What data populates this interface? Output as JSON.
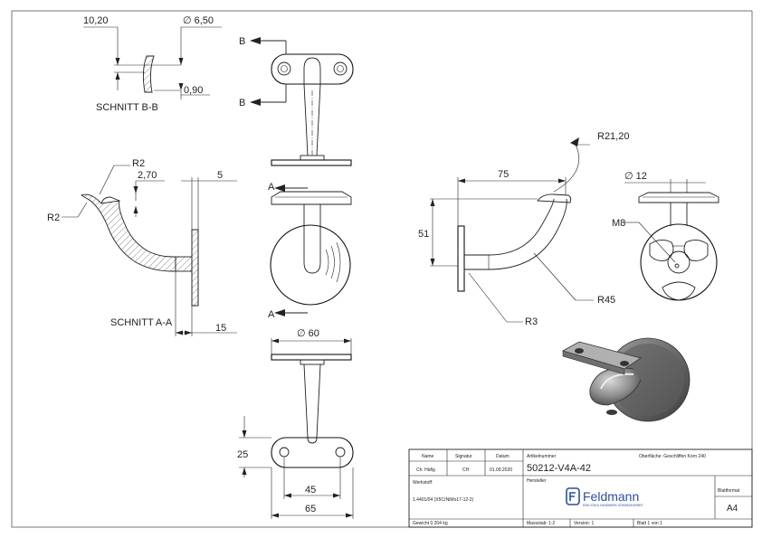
{
  "dimensions": {
    "b_thickness": "10,20",
    "b_diameter": "∅ 6,50",
    "b_gap": "0,90",
    "a_r2_top": "R2",
    "a_height": "2,70",
    "a_plate": "5",
    "a_r2_left": "R2",
    "a_foot": "15",
    "side_width": "75",
    "side_height": "51",
    "side_r21": "R21,20",
    "side_r45": "R45",
    "side_r3": "R3",
    "right_diameter": "∅ 12",
    "right_m8": "M8",
    "bottom_diameter": "∅ 60",
    "bottom_height": "25",
    "bottom_inner": "45",
    "bottom_outer": "65"
  },
  "sections": {
    "b_label": "B",
    "b_label_bottom": "B",
    "b_title": "SCHNITT B-B",
    "a_label": "A",
    "a_label_bottom": "A",
    "a_title": "SCHNITT A-A"
  },
  "title_block": {
    "header_name": "Name",
    "header_signature": "Signatur",
    "header_date": "Datum",
    "name": "Ch. Häfig",
    "signature": "CH",
    "date": "01.09.2020",
    "article_label": "Artikelnummer",
    "article_number": "50212-V4A-42",
    "surface": "Oberfläche:  Geschliffen Korn 240",
    "material_label": "Werkstoff:",
    "material": "1.4401/04 (X5CrNiMo17-12-2)",
    "manufacturer_label": "Hersteller",
    "logo_name": "Feldmann",
    "logo_tagline": "EDELSTAHL HANDWERK SCHMIEDEARBEIT",
    "sheet_format_label": "Blattformat",
    "sheet_format": "A4",
    "weight": "Gewicht 0.204 kg",
    "scale": "Massstab: 1:2",
    "version": "Version: 1",
    "sheet": "Blatt 1 von 1"
  }
}
